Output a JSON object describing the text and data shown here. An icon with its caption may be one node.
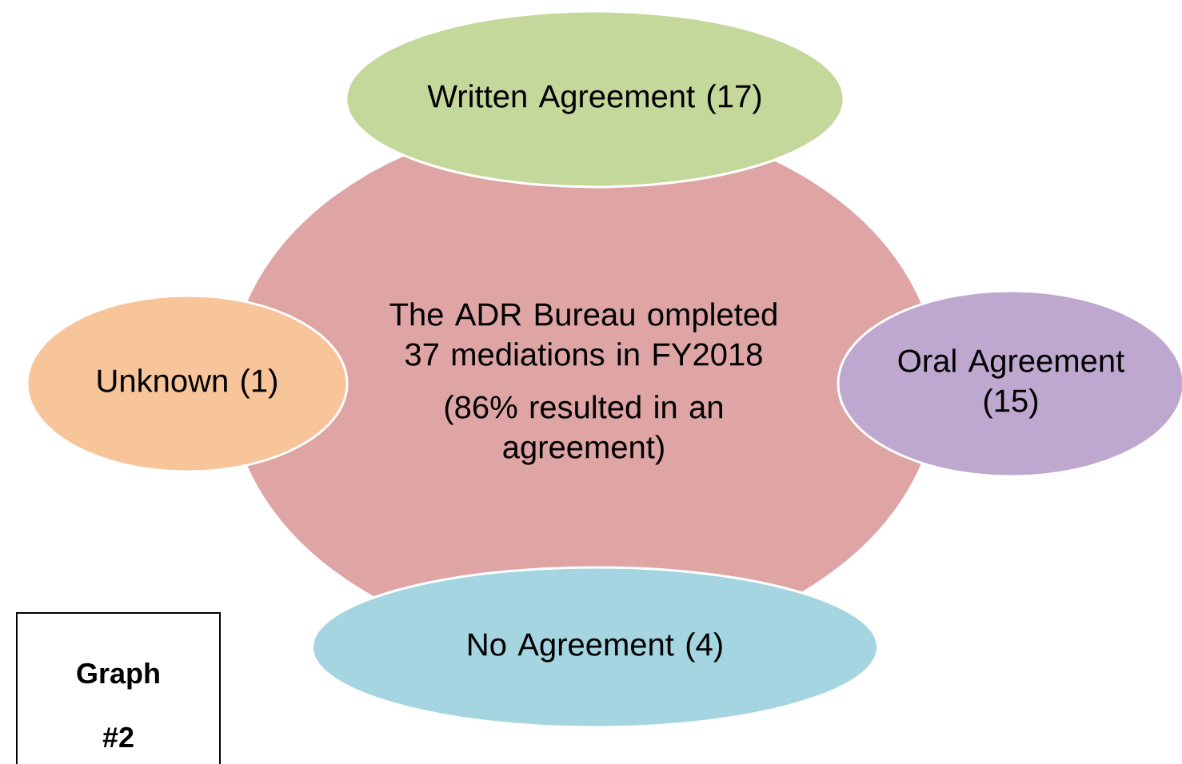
{
  "diagram": {
    "nodes": [
      {
        "text": [
          "The ADR Bureau ompleted 37 mediations in FY2018",
          "(86% resulted in an agreement)"
        ]
      },
      {
        "text": [
          "Written Agreement (17)"
        ]
      },
      {
        "text": [
          "Unknown (1)"
        ]
      },
      {
        "text": [
          "Oral Agreement (15)"
        ]
      },
      {
        "text": [
          "No Agreement (4)"
        ]
      },
      {
        "text": [
          "Graph #2"
        ]
      }
    ],
    "edges": []
  }
}
